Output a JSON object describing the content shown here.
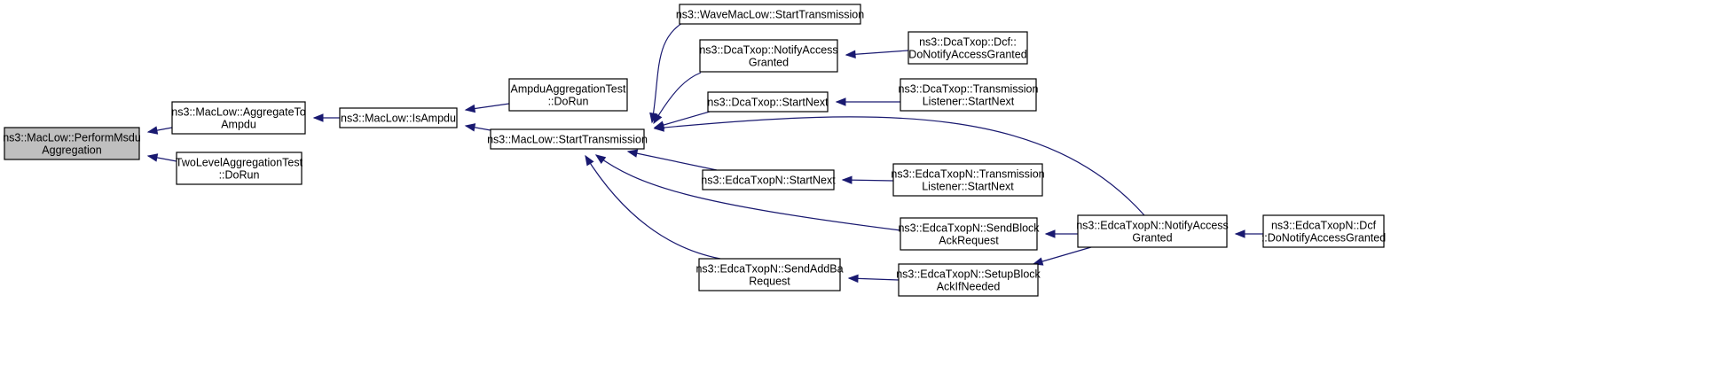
{
  "graph": {
    "edge_color": "#191970",
    "root_fill": "#bfbfbf",
    "nodes": {
      "perform-msdu-aggregation": [
        "ns3::MacLow::PerformMsdu",
        "Aggregation"
      ],
      "aggregate-to-ampdu": [
        "ns3::MacLow::AggregateTo",
        "Ampdu"
      ],
      "two-level-aggregation-test-dorun": [
        "TwoLevelAggregationTest",
        "::DoRun"
      ],
      "is-ampdu": [
        "ns3::MacLow::IsAmpdu"
      ],
      "ampdu-aggregation-test-dorun": [
        "AmpduAggregationTest",
        "::DoRun"
      ],
      "maclow-start-transmission": [
        "ns3::MacLow::StartTransmission"
      ],
      "wavemaclow-start-transmission": [
        "ns3::WaveMacLow::StartTransmission"
      ],
      "dcatxop-notify-access-granted": [
        "ns3::DcaTxop::NotifyAccess",
        "Granted"
      ],
      "dcatxop-dcf-do-notify-access-granted": [
        "ns3::DcaTxop::Dcf::",
        "DoNotifyAccessGranted"
      ],
      "dcatxop-start-next": [
        "ns3::DcaTxop::StartNext"
      ],
      "dcatxop-transmission-listener-start-next": [
        "ns3::DcaTxop::Transmission",
        "Listener::StartNext"
      ],
      "edcatxopn-start-next": [
        "ns3::EdcaTxopN::StartNext"
      ],
      "edcatxopn-transmission-listener-start-next": [
        "ns3::EdcaTxopN::Transmission",
        "Listener::StartNext"
      ],
      "edcatxopn-send-block-ack-request": [
        "ns3::EdcaTxopN::SendBlock",
        "AckRequest"
      ],
      "edcatxopn-notify-access-granted": [
        "ns3::EdcaTxopN::NotifyAccess",
        "Granted"
      ],
      "edcatxopn-dcf-do-notify-access-granted": [
        "ns3::EdcaTxopN::Dcf",
        "::DoNotifyAccessGranted"
      ],
      "edcatxopn-send-add-ba-request": [
        "ns3::EdcaTxopN::SendAddBa",
        "Request"
      ],
      "edcatxopn-setup-block-ack-if-needed": [
        "ns3::EdcaTxopN::SetupBlock",
        "AckIfNeeded"
      ]
    }
  }
}
